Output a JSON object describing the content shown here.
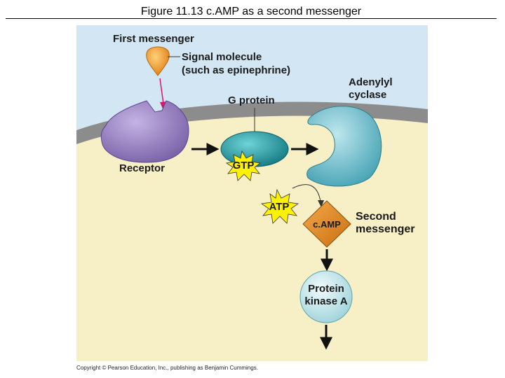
{
  "title": "Figure 11.13  c.AMP as a second messenger",
  "labels": {
    "first_messenger": "First messenger",
    "signal_line1": "Signal molecule",
    "signal_line2": "(such as epinephrine)",
    "g_protein": "G protein",
    "adenylyl_line1": "Adenylyl",
    "adenylyl_line2": "cyclase",
    "receptor": "Receptor",
    "gtp": "GTP",
    "atp": "ATP",
    "camp": "c.AMP",
    "second_line1": "Second",
    "second_line2": "messenger",
    "pka_line1": "Protein",
    "pka_line2": "kinase A"
  },
  "copyright": "Copyright © Pearson Education, Inc., publishing as Benjamin Cummings.",
  "colors": {
    "extracellular": "#d3e6f3",
    "cytoplasm": "#f7efc6",
    "membrane": "#8c8c8c",
    "receptor": "#9a82c4",
    "g_protein": "#1f9ba3",
    "adenylyl_cyclase": "#5bb8c6",
    "signal_molecule": "#f39a1c",
    "camp": "#e48a1c",
    "pka": "#bfe3e8",
    "burst": "#fff200"
  }
}
